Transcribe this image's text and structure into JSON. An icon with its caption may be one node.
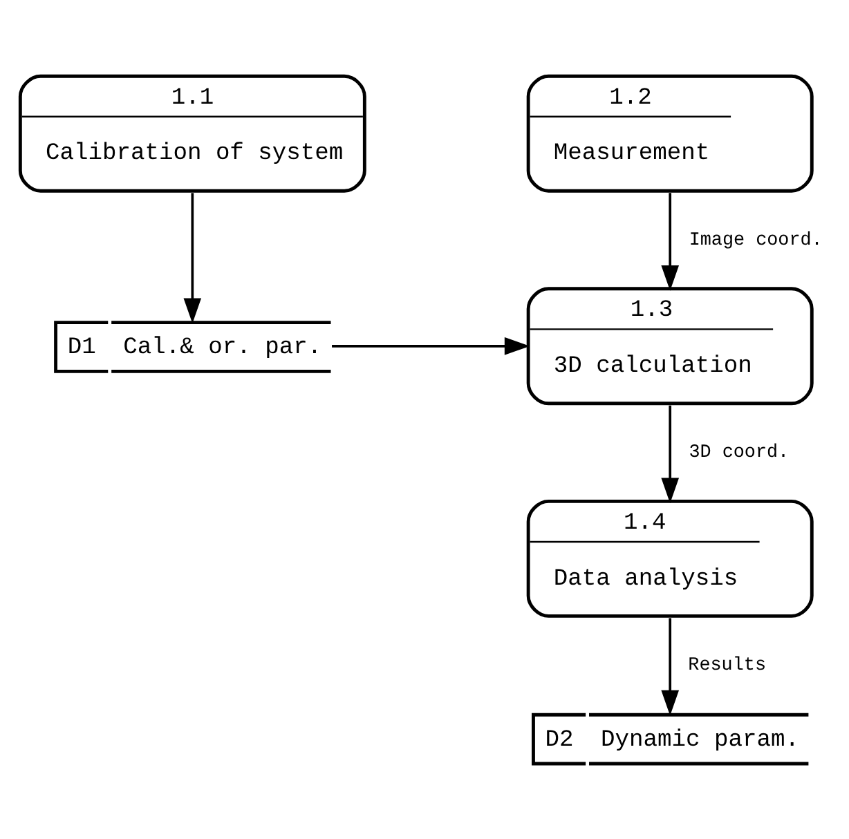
{
  "diagram": {
    "nodes": [
      {
        "text": [
          "1.1",
          "Calibration of system"
        ]
      },
      {
        "text": [
          "1.2",
          "Measurement"
        ]
      },
      {
        "text": [
          "D1",
          "Cal.& or. par."
        ]
      },
      {
        "text": [
          "1.3",
          "3D calculation"
        ]
      },
      {
        "text": [
          "1.4",
          "Data analysis"
        ]
      },
      {
        "text": [
          "D2",
          "Dynamic param."
        ]
      }
    ],
    "edges": [
      {
        "from": 0,
        "to": 2,
        "arrow": "to"
      },
      {
        "from": 1,
        "to": 3,
        "arrow": "to",
        "label": "Image coord."
      },
      {
        "from": 2,
        "to": 3,
        "arrow": "to"
      },
      {
        "from": 3,
        "to": 4,
        "arrow": "to",
        "label": "3D coord."
      },
      {
        "from": 4,
        "to": 5,
        "arrow": "to",
        "label": "Results"
      }
    ]
  }
}
